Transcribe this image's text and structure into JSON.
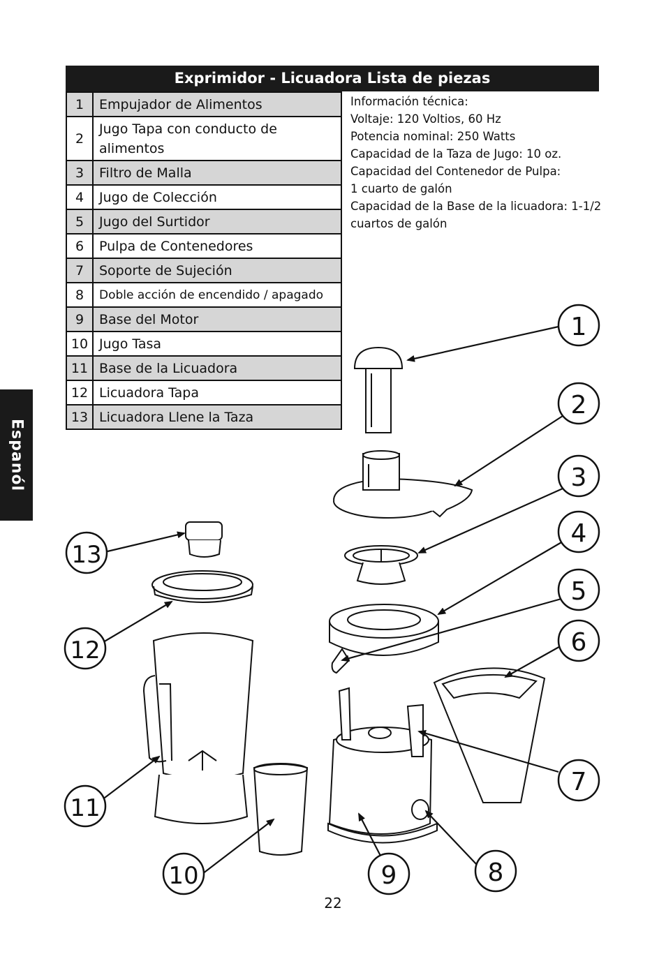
{
  "title": "Exprimidor - Licuadora Lista de piezas",
  "parts": [
    {
      "num": "1",
      "name": "Empujador de Alimentos"
    },
    {
      "num": "2",
      "name": "Jugo Tapa con conducto de alimentos"
    },
    {
      "num": "3",
      "name": "Filtro de Malla"
    },
    {
      "num": "4",
      "name": "Jugo de Colección"
    },
    {
      "num": "5",
      "name": "Jugo del Surtidor"
    },
    {
      "num": "6",
      "name": "Pulpa de Contenedores"
    },
    {
      "num": "7",
      "name": "Soporte de Sujeción"
    },
    {
      "num": "8",
      "name": "Doble acción de encendido / apagado"
    },
    {
      "num": "9",
      "name": "Base del Motor"
    },
    {
      "num": "10",
      "name": "Jugo Tasa"
    },
    {
      "num": "11",
      "name": "Base de la Licuadora"
    },
    {
      "num": "12",
      "name": "Licuadora Tapa"
    },
    {
      "num": "13",
      "name": "Licuadora Llene la Taza"
    }
  ],
  "tech": {
    "heading": "Información técnica:",
    "lines": [
      "Voltaje: 120 Voltios, 60 Hz",
      "Potencia nominal: 250 Watts",
      "Capacidad de la Taza de Jugo: 10 oz.",
      "Capacidad del Contenedor de Pulpa:",
      "1 cuarto de galón",
      "Capacidad de la Base de la licuadora: 1-1/2",
      "cuartos de galón"
    ]
  },
  "side_tab": "Espanól",
  "callouts": [
    "1",
    "2",
    "3",
    "4",
    "5",
    "6",
    "7",
    "8",
    "9",
    "10",
    "11",
    "12",
    "13"
  ],
  "page_number": "22"
}
